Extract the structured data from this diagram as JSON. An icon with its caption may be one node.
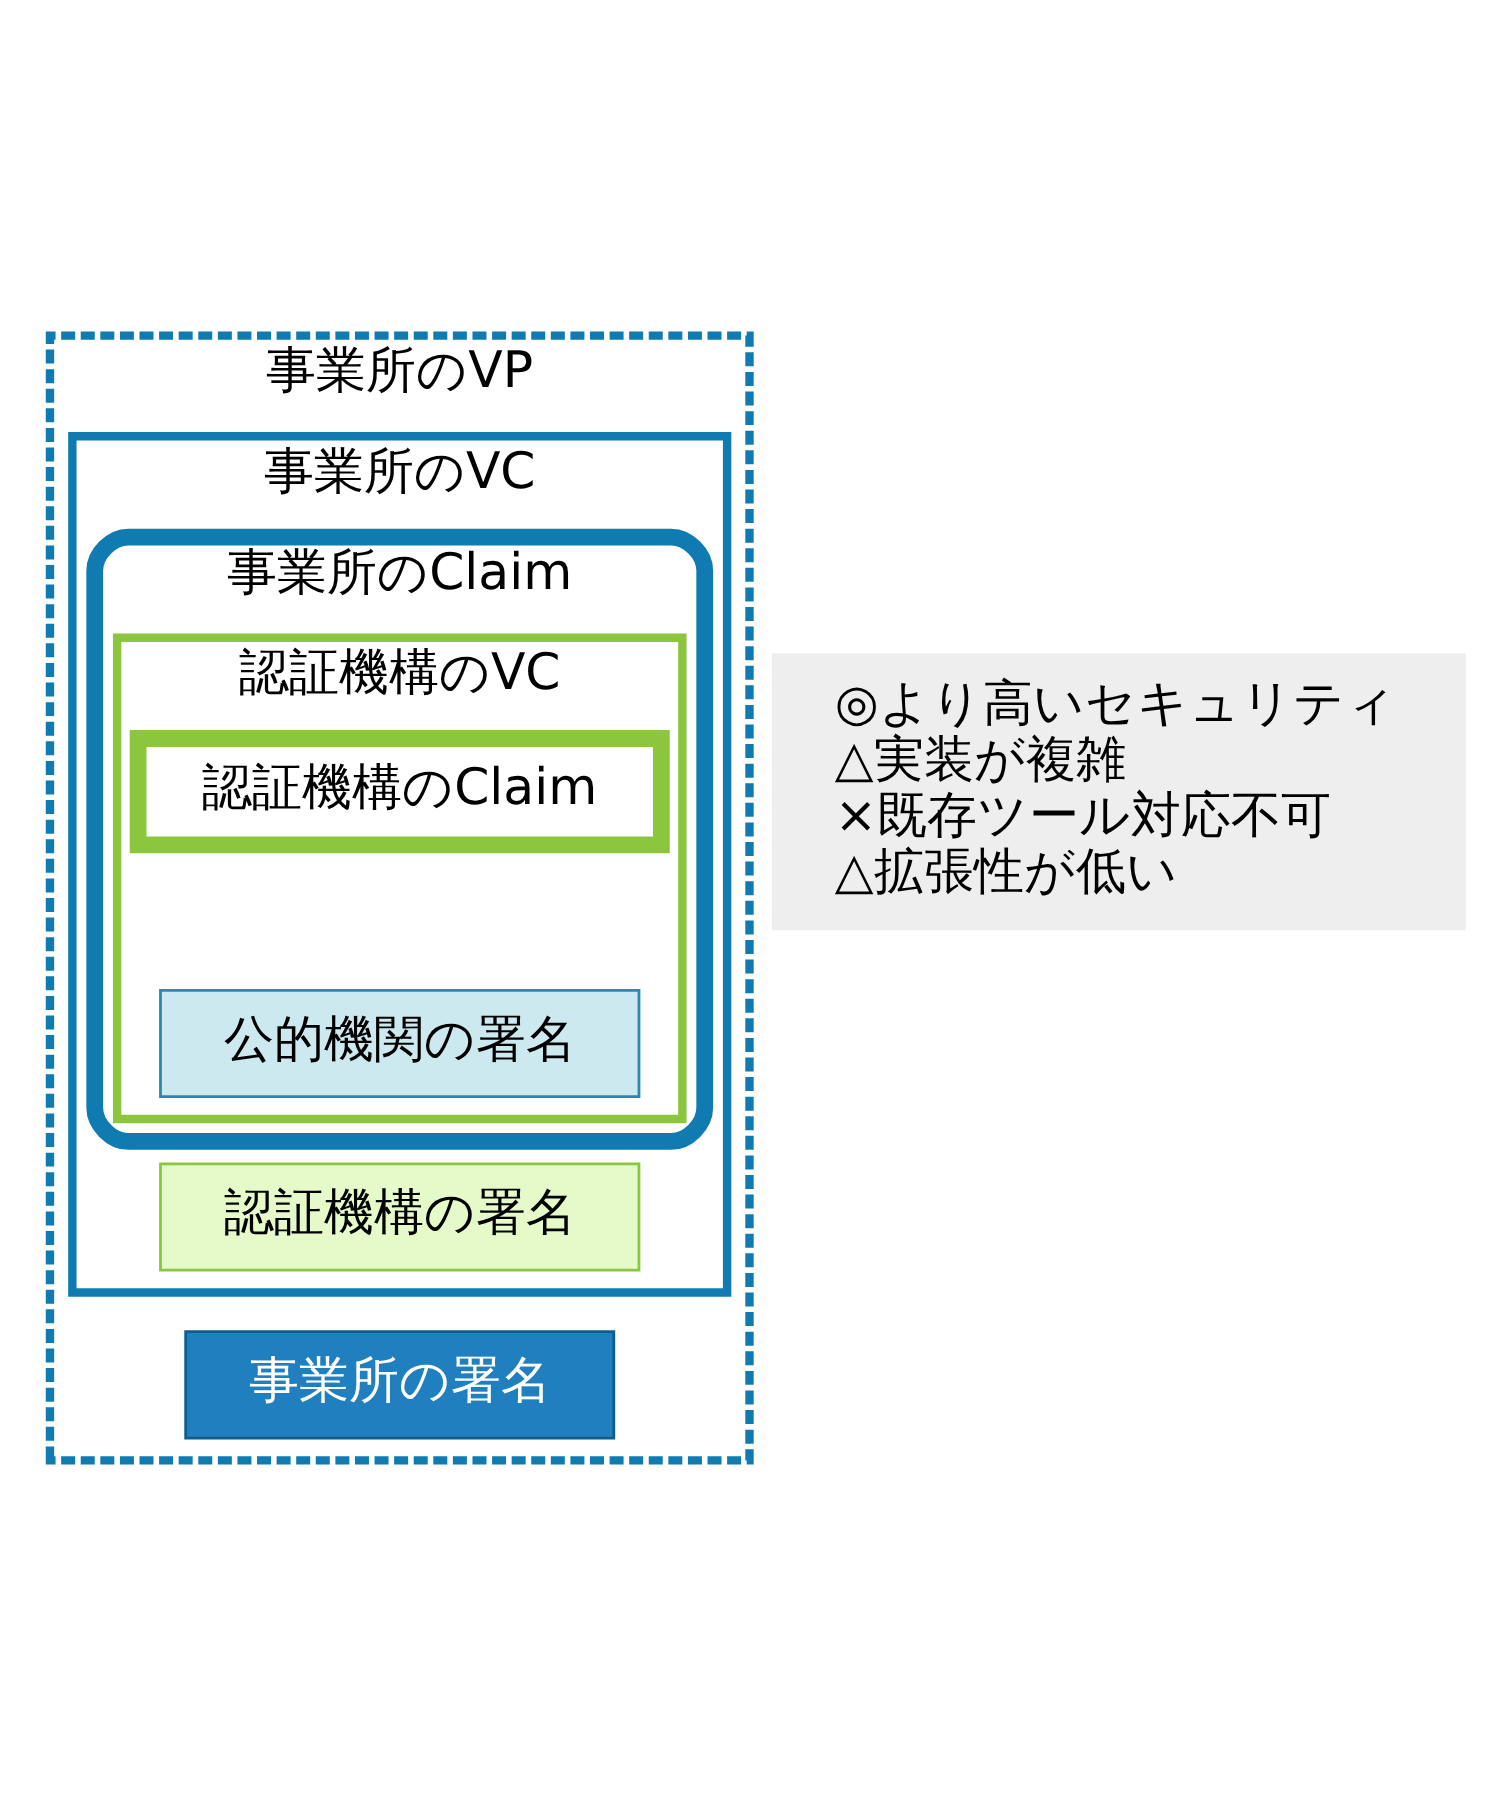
{
  "diagram": {
    "nodes": [
      {
        "text": [
          "事業所のVP"
        ]
      },
      {
        "text": [
          "事業所のVC"
        ],
        "in": 0
      },
      {
        "text": [
          "事業所のClaim"
        ],
        "in": 1
      },
      {
        "text": [
          "認証機構のVC"
        ],
        "in": 2
      },
      {
        "text": [
          "認証機構のClaim"
        ],
        "in": 3
      },
      {
        "text": [
          "公的機関の署名"
        ],
        "in": 3
      },
      {
        "text": [
          "認証機構の署名"
        ],
        "in": 1
      },
      {
        "text": [
          "事業所の署名"
        ],
        "in": 0
      },
      {
        "text": [
          "◎より高いセキュリティ",
          "△実装が複雑",
          "×既存ツール対応不可",
          "△拡張性が低い"
        ]
      }
    ],
    "edges": []
  }
}
